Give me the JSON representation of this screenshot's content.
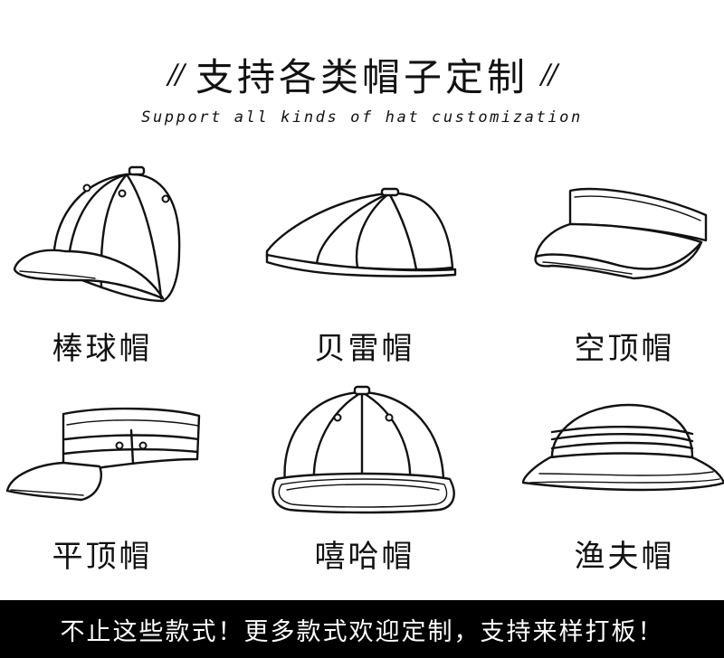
{
  "header": {
    "slash_left": "//",
    "title": "支持各类帽子定制",
    "slash_right": "//",
    "subtitle": "Support all kinds of hat customization"
  },
  "hats": [
    {
      "label": "棒球帽",
      "icon": "baseball-cap-icon"
    },
    {
      "label": "贝雷帽",
      "icon": "beret-icon"
    },
    {
      "label": "空顶帽",
      "icon": "visor-icon"
    },
    {
      "label": "平顶帽",
      "icon": "flat-top-cap-icon"
    },
    {
      "label": "嘻哈帽",
      "icon": "hip-hop-cap-icon"
    },
    {
      "label": "渔夫帽",
      "icon": "bucket-hat-icon"
    }
  ],
  "footer": {
    "text": "不止这些款式！更多款式欢迎定制，支持来样打板！"
  }
}
